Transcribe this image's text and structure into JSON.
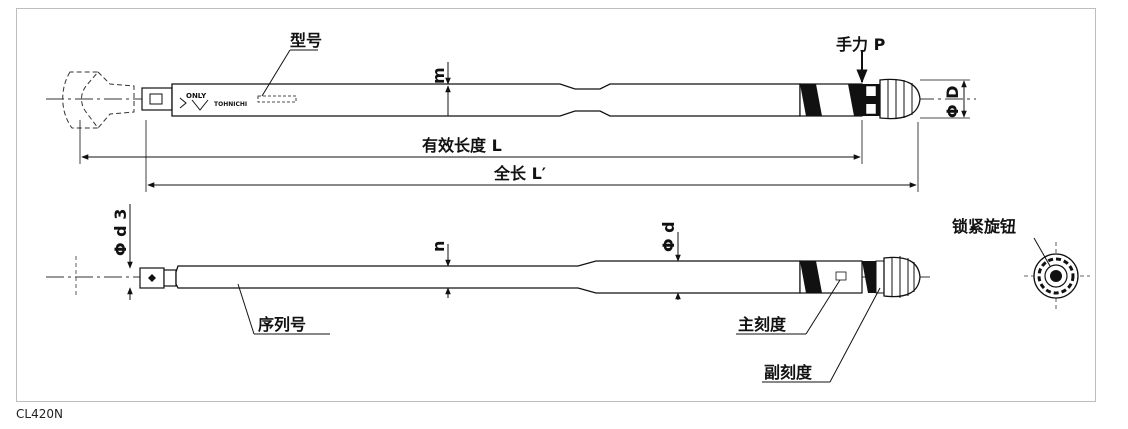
{
  "caption": "CL420N",
  "labels": {
    "model_no": "型号",
    "hand_force": "手力 P",
    "dim_m": "m",
    "dim_D": "Φ D",
    "effective_length": "有效长度 L",
    "total_length": "全长 L′",
    "dim_d3": "Φ d 3",
    "dim_n": "n",
    "dim_d": "Φ d",
    "lock_knob": "锁紧旋钮",
    "serial_no": "序列号",
    "main_scale": "主刻度",
    "sub_scale": "副刻度",
    "only_mark": "ONLY",
    "brand_mark": "TOHNICHI"
  }
}
